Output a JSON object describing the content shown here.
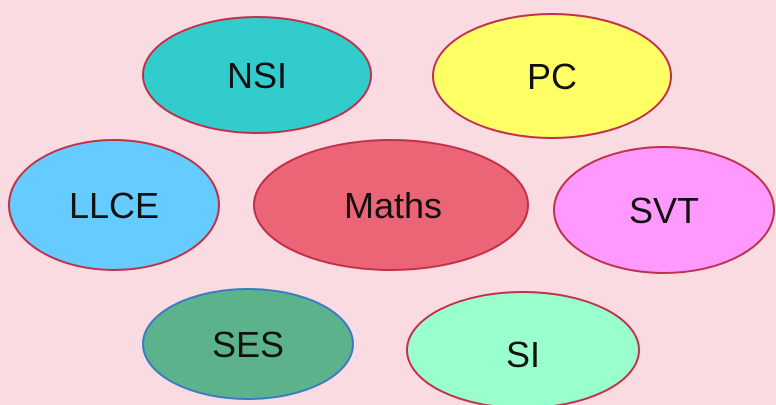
{
  "background": "#fadbe2",
  "bubbles": [
    {
      "id": "nsi",
      "label": "NSI",
      "fill": "#33cccc",
      "stroke": "#c0304a"
    },
    {
      "id": "pc",
      "label": "PC",
      "fill": "#ffff66",
      "stroke": "#c0304a"
    },
    {
      "id": "llce",
      "label": "LLCE",
      "fill": "#66ccff",
      "stroke": "#c0304a"
    },
    {
      "id": "maths",
      "label": "Maths",
      "fill": "#ec6576",
      "stroke": "#c0304a"
    },
    {
      "id": "svt",
      "label": "SVT",
      "fill": "#ff99ff",
      "stroke": "#c0304a"
    },
    {
      "id": "ses",
      "label": "SES",
      "fill": "#5cb38b",
      "stroke": "#3a7cc4"
    },
    {
      "id": "si",
      "label": "SI",
      "fill": "#99ffcc",
      "stroke": "#c0304a"
    }
  ]
}
